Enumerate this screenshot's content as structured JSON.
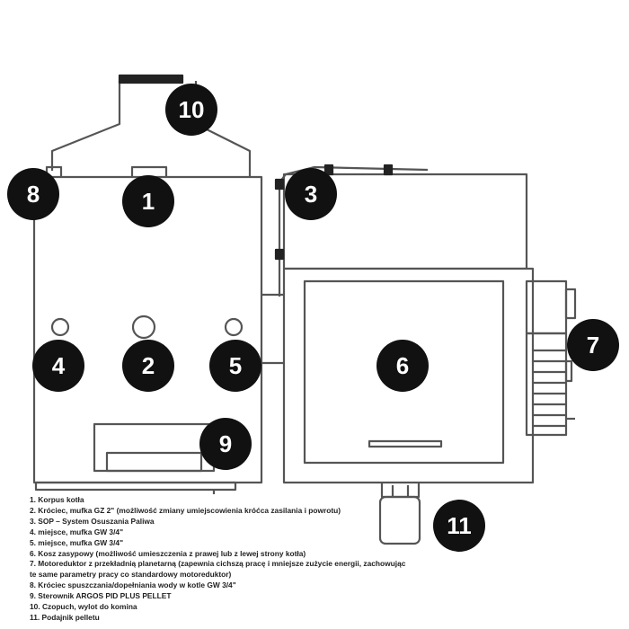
{
  "badges": [
    {
      "id": "1",
      "label": "1"
    },
    {
      "id": "2",
      "label": "2"
    },
    {
      "id": "3",
      "label": "3"
    },
    {
      "id": "4",
      "label": "4"
    },
    {
      "id": "5",
      "label": "5"
    },
    {
      "id": "6",
      "label": "6"
    },
    {
      "id": "7",
      "label": "7"
    },
    {
      "id": "8",
      "label": "8"
    },
    {
      "id": "9",
      "label": "9"
    },
    {
      "id": "10",
      "label": "10"
    },
    {
      "id": "11",
      "label": "11"
    }
  ],
  "legend": [
    "1. Korpus kotła",
    "2. Króciec, mufka GZ 2\" (możliwość zmiany umiejscowienia króćca zasilania i powrotu)",
    "3. SOP  – System Osuszania Paliwa",
    "4. miejsce, mufka GW 3/4\"",
    "5. miejsce, mufka GW 3/4\"",
    "6. Kosz zasypowy (możliwość umieszczenia z prawej lub z lewej strony kotła)",
    "7. Motoreduktor z przekładnią planetarną (zapewnia cichszą pracę i mniejsze zużycie energii, zachowując",
    "te same parametry pracy co standardowy motoreduktor)",
    "8. Króciec spuszczania/dopełniania wody w kotle GW 3/4\"",
    "9. Sterownik ARGOS PID PLUS PELLET",
    "10. Czopuch, wylot do komina",
    "11. Podajnik pelletu"
  ],
  "colors": {
    "outline": "#555555",
    "badge": "#111111",
    "badge_text": "#ffffff",
    "background": "#ffffff"
  }
}
